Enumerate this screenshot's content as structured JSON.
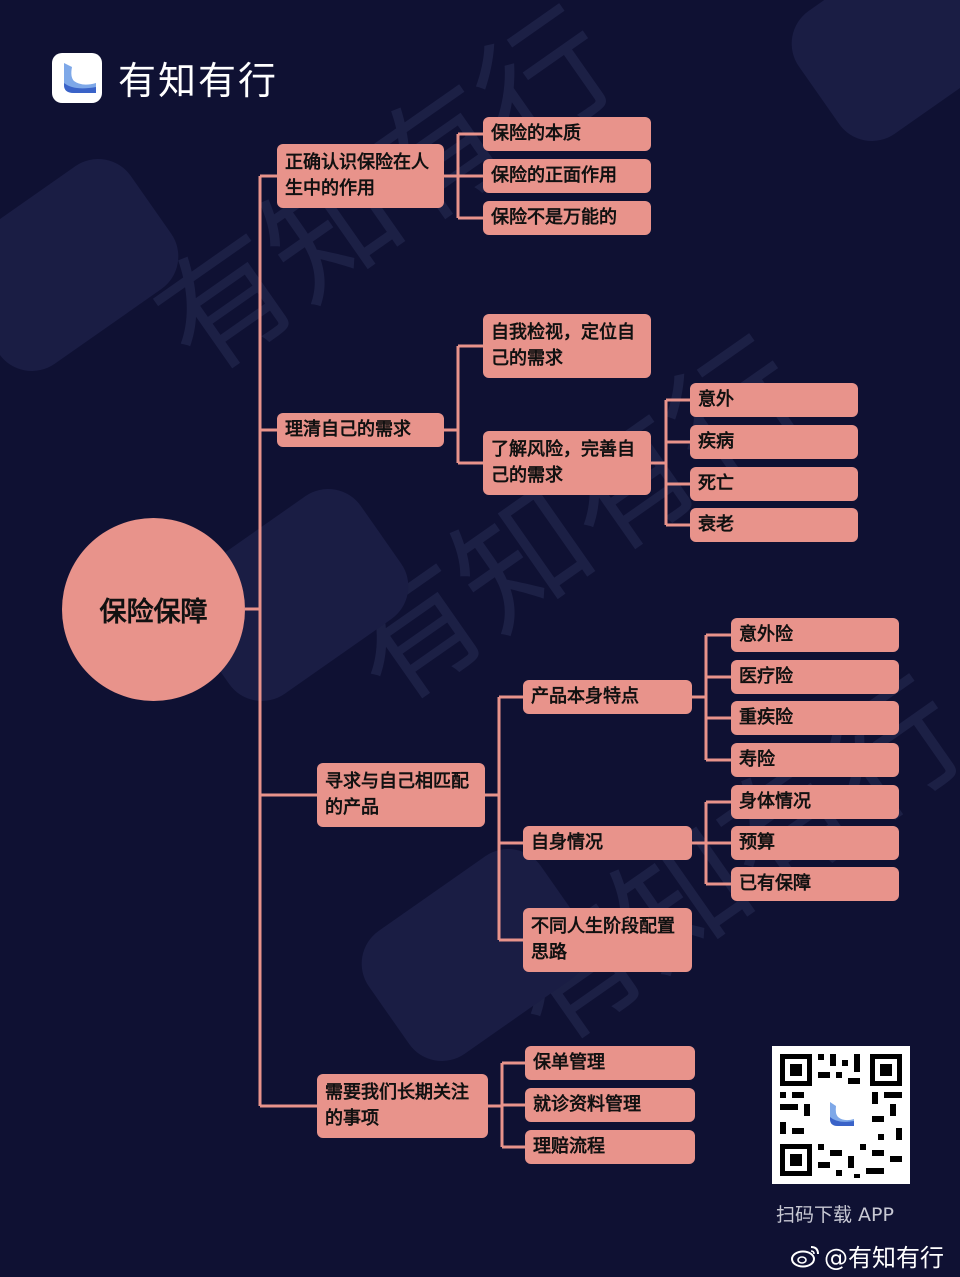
{
  "brand": {
    "name": "有知有行"
  },
  "root": {
    "label": "保险保障"
  },
  "branches": {
    "b1": {
      "label": "正确认识保险在人生中的作用",
      "children": [
        "保险的本质",
        "保险的正面作用",
        "保险不是万能的"
      ]
    },
    "b2": {
      "label": "理清自己的需求",
      "children": [
        {
          "label": "自我检视，定位自己的需求"
        },
        {
          "label": "了解风险，完善自己的需求",
          "children": [
            "意外",
            "疾病",
            "死亡",
            "衰老"
          ]
        }
      ]
    },
    "b3": {
      "label": "寻求与自己相匹配的产品",
      "children": [
        {
          "label": "产品本身特点",
          "children": [
            "意外险",
            "医疗险",
            "重疾险",
            "寿险"
          ]
        },
        {
          "label": "自身情况",
          "children": [
            "身体情况",
            "预算",
            "已有保障"
          ]
        },
        {
          "label": "不同人生阶段配置思路"
        }
      ]
    },
    "b4": {
      "label": "需要我们长期关注的事项",
      "children": [
        "保单管理",
        "就诊资料管理",
        "理赔流程"
      ]
    }
  },
  "footer": {
    "qr_caption": "扫码下载 APP",
    "weibo_handle": "@有知有行"
  },
  "colors": {
    "background": "#0f1133",
    "node": "#e8938b",
    "connector": "#e8938b"
  }
}
